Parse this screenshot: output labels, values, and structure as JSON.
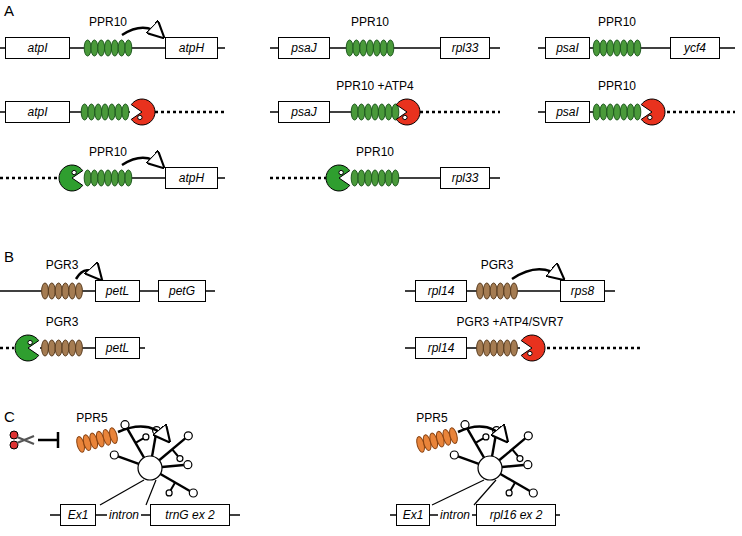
{
  "diagram": {
    "nodes": [
      {
        "text": [
          "atpI"
        ]
      },
      {
        "text": [
          "atpH"
        ]
      },
      {
        "text": [
          "psaJ"
        ]
      },
      {
        "text": [
          "rpl33"
        ]
      },
      {
        "text": [
          "psaI"
        ]
      },
      {
        "text": [
          "ycf4"
        ]
      },
      {
        "text": [
          "atpI"
        ]
      },
      {
        "text": [
          "psaJ"
        ]
      },
      {
        "text": [
          "psaI"
        ]
      },
      {
        "text": [
          "atpH"
        ]
      },
      {
        "text": [
          "rpl33"
        ]
      },
      {
        "text": [
          "petL"
        ]
      },
      {
        "text": [
          "petG"
        ]
      },
      {
        "text": [
          "rpl14"
        ]
      },
      {
        "text": [
          "rps8"
        ]
      },
      {
        "text": [
          "petL"
        ]
      },
      {
        "text": [
          "rpl14"
        ]
      },
      {
        "text": [
          "Ex1"
        ]
      },
      {
        "text": [
          "trnG ex 2"
        ]
      },
      {
        "text": [
          "Ex1"
        ]
      },
      {
        "text": [
          "rpl16 ex 2"
        ]
      }
    ],
    "labels": [
      "A",
      "PPR10",
      "PPR10",
      "PPR10",
      "PPR10 +ATP4",
      "PPR10",
      "PPR10",
      "PPR10",
      "B",
      "PGR3",
      "PGR3",
      "PGR3",
      "PGR3 +ATP4/SVR7",
      "C",
      "PPR5",
      "PPR5",
      "intron",
      "intron"
    ]
  }
}
